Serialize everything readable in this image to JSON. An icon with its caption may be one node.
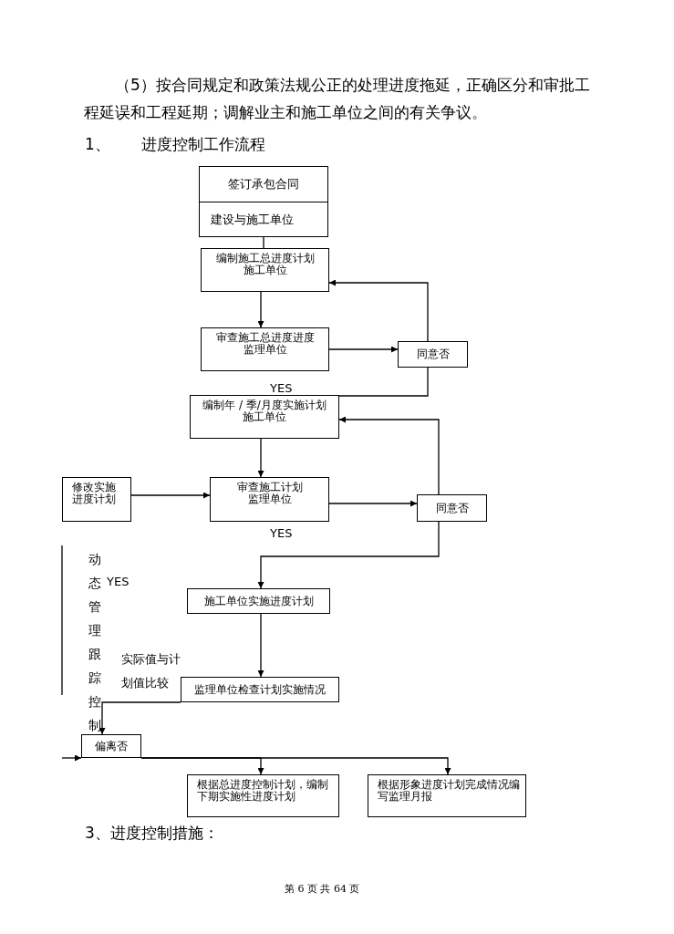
{
  "diagram": {
    "nodes": [
      {
        "text": [
          "签订承包合同",
          "建设与施工单位"
        ]
      },
      {
        "text": [
          "编制施工总进度计划",
          "施工单位"
        ]
      },
      {
        "text": [
          "审查施工总进度进度",
          "监理单位"
        ]
      },
      {
        "text": [
          "同意否"
        ]
      },
      {
        "text": [
          "编制年 / 季/月度实施计划",
          "施工单位"
        ]
      },
      {
        "text": [
          "修改实施进度计划"
        ]
      },
      {
        "text": [
          "审查施工计划",
          "监理单位"
        ]
      },
      {
        "text": [
          "同意否"
        ]
      },
      {
        "text": [
          "施工单位实施进度计划"
        ]
      },
      {
        "text": [
          "监理单位检查计划实施情况"
        ]
      },
      {
        "text": [
          "偏离否"
        ]
      },
      {
        "text": [
          "根据总进度控制计划，编制下期实施性进度计划"
        ]
      },
      {
        "text": [
          "根据形象进度计划完成情况编写监理月报"
        ]
      }
    ],
    "edges": [
      {
        "from": 0,
        "to": 1,
        "arrow": "none"
      },
      {
        "from": 1,
        "to": 2,
        "arrow": "to"
      },
      {
        "from": 2,
        "to": 3,
        "arrow": "to"
      },
      {
        "from": 3,
        "to": 1,
        "arrow": "to"
      },
      {
        "from": 3,
        "to": 4,
        "arrow": "none",
        "label": "YES"
      },
      {
        "from": 4,
        "to": 6,
        "arrow": "to"
      },
      {
        "from": 5,
        "to": 6,
        "arrow": "to"
      },
      {
        "from": 6,
        "to": 7,
        "arrow": "to"
      },
      {
        "from": 7,
        "to": 4,
        "arrow": "to"
      },
      {
        "from": 7,
        "to": 8,
        "arrow": "to",
        "label": "YES"
      },
      {
        "from": 8,
        "to": 9,
        "arrow": "to"
      },
      {
        "from": 9,
        "to": 10,
        "arrow": "to"
      },
      {
        "from": 10,
        "to": 11,
        "arrow": "to"
      },
      {
        "from": 10,
        "to": 12,
        "arrow": "to"
      },
      {
        "from": null,
        "to": 10,
        "arrow": "to"
      }
    ],
    "labels": [
      "（5）按合同规定和政策法规公正的处理进度拖延，正确区分和审批工程延误和工程延期；调解业主和施工单位之间的有关争议。",
      "1、　　进度控制工作流程",
      "动态管理跟踪控制",
      "YES",
      "实际值与计划值比较",
      "3、进度控制措施：",
      "第 6 页 共 64 页"
    ]
  }
}
